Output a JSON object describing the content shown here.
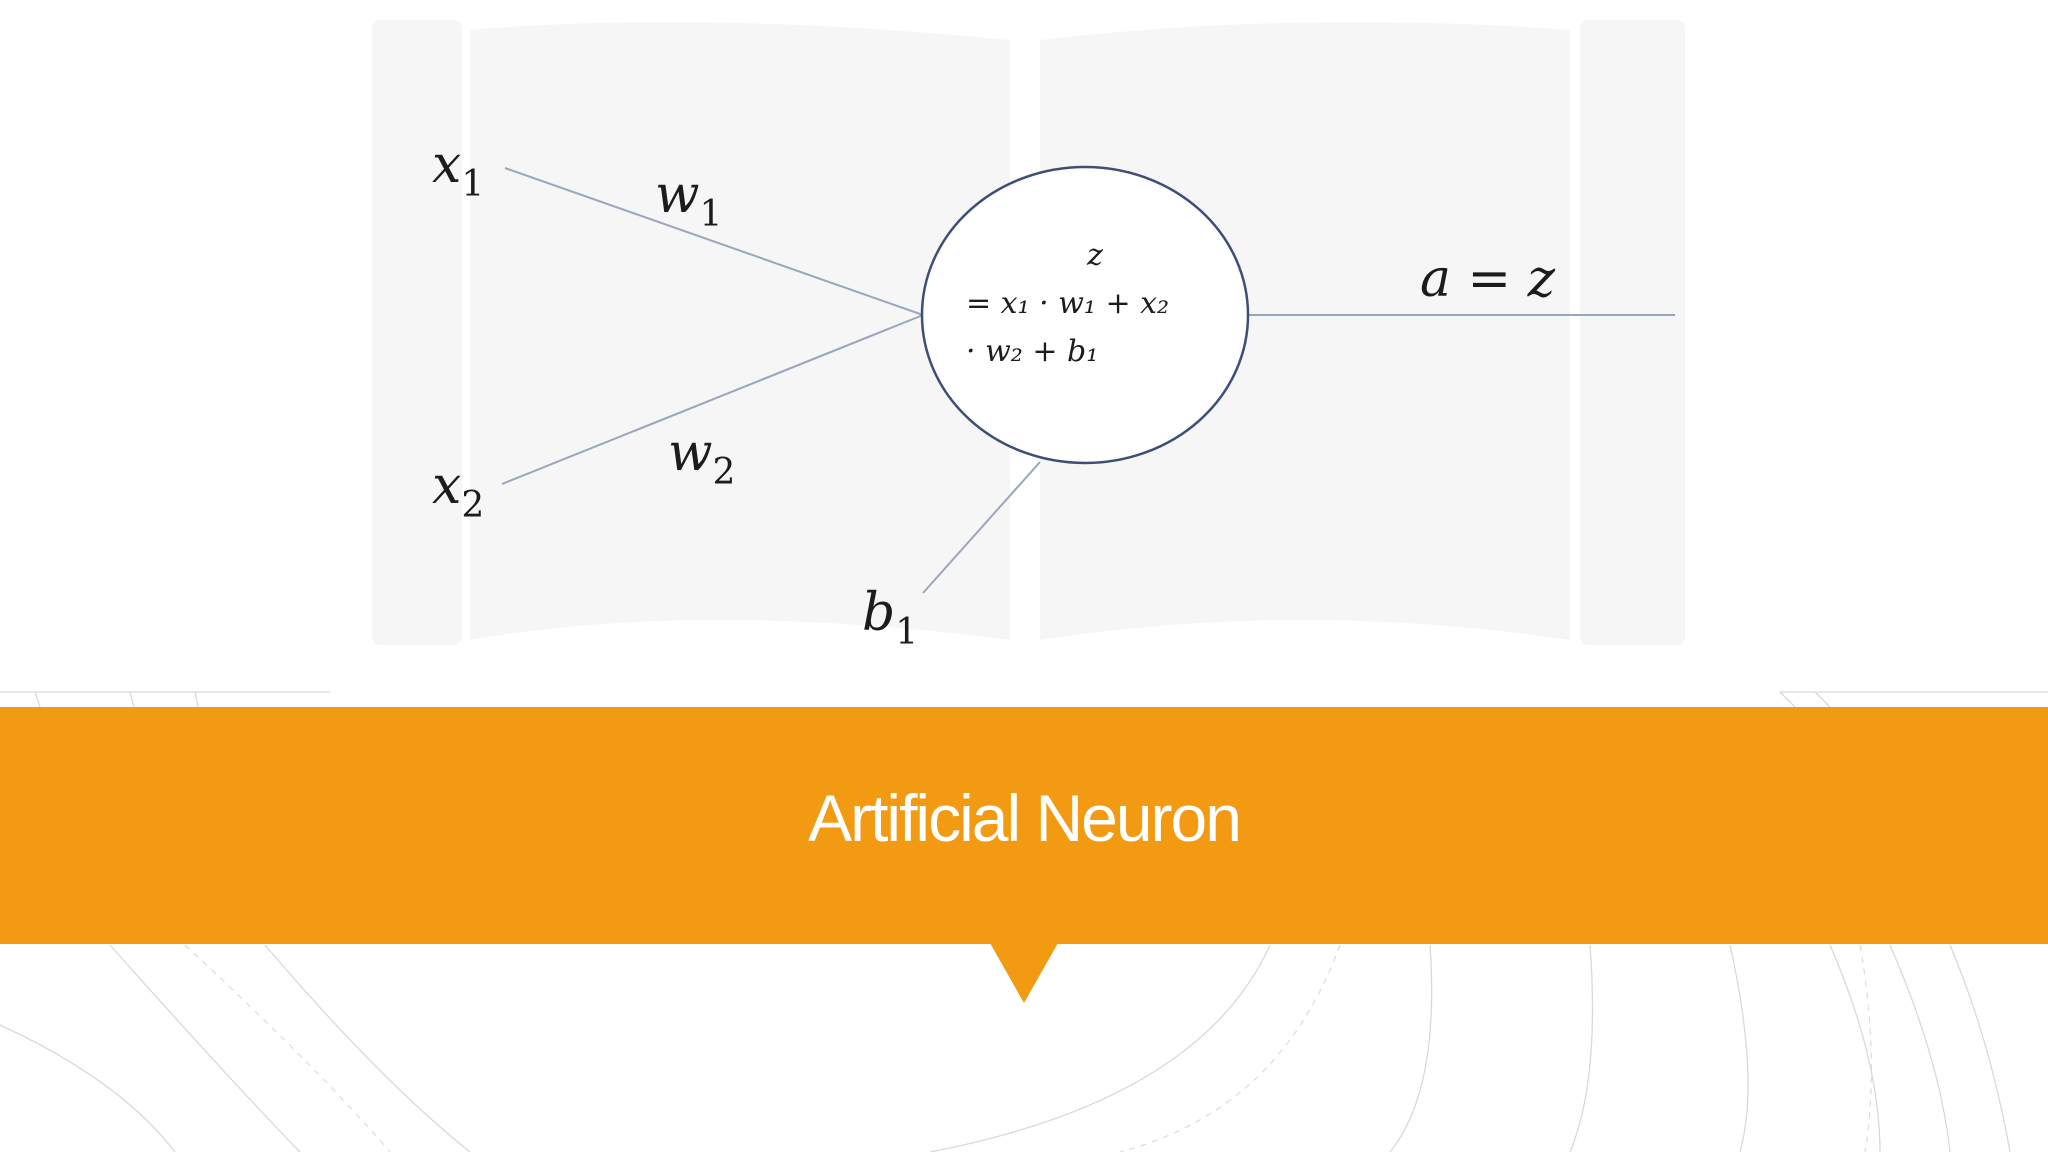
{
  "slide": {
    "title": "Artificial Neuron",
    "accent_color": "#f29a12"
  },
  "diagram": {
    "inputs": [
      {
        "symbol": "x",
        "subscript": "1"
      },
      {
        "symbol": "x",
        "subscript": "2"
      }
    ],
    "weights": [
      {
        "symbol": "w",
        "subscript": "1"
      },
      {
        "symbol": "w",
        "subscript": "2"
      }
    ],
    "bias": {
      "symbol": "b",
      "subscript": "1"
    },
    "neuron_formula": {
      "line1": "z",
      "line2": "= x₁ · w₁ + x₂",
      "line3": "· w₂ + b₁"
    },
    "output": "a = z"
  }
}
